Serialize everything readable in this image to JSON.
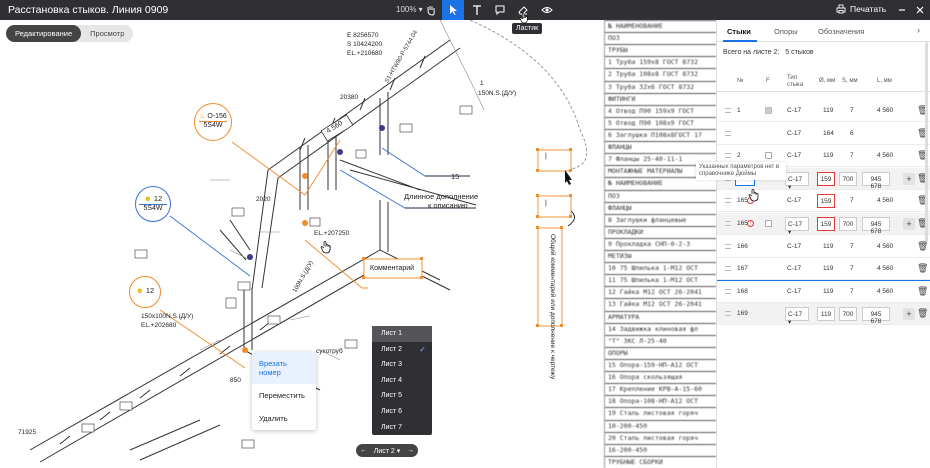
{
  "app": {
    "title": "Расстановка стыков. Линия 0909"
  },
  "toolbar": {
    "zoom": "100% ▾",
    "tools": [
      {
        "name": "hand-tool",
        "icon": "hand-icon"
      },
      {
        "name": "select-tool",
        "icon": "cursor-icon",
        "active": true
      },
      {
        "name": "text-tool",
        "icon": "text-icon"
      },
      {
        "name": "comment-tool",
        "icon": "comment-icon"
      },
      {
        "name": "eraser-tool",
        "icon": "eraser-icon"
      },
      {
        "name": "view-tool",
        "icon": "eye-icon"
      }
    ],
    "eraser_tooltip": "Ластик",
    "print_label": "Печатать",
    "accent": "#1a73e8"
  },
  "modes": {
    "edit": "Редактирование",
    "view": "Просмотр"
  },
  "drawing": {
    "markers": [
      {
        "icon": "heat-icon",
        "num": "О-156",
        "sub": "5S4W",
        "color": "#f08c2a"
      },
      {
        "icon": "face-icon",
        "num": "12",
        "sub": "5S4W",
        "color": "#3b6fd6"
      },
      {
        "icon": "face-icon",
        "num": "12",
        "sub": "",
        "color": "#f08c2a"
      }
    ],
    "labels": {
      "size1": "4 560",
      "num15": "15",
      "long_comment": "Длинное дополнение",
      "long_comment2": "к описанию",
      "comment": "Комментарий",
      "vertical_comment": "Общий комментарий или дополнение к чертежу",
      "elev1": "EL.+210680",
      "elev2": "EL.+207250",
      "elev3": "EL.+202680",
      "n20380": "20380",
      "n2020": "2020",
      "n850": "850",
      "n71925": "71925",
      "n150ns": "150N.S.(Д/У)",
      "n100ns": "100N.S.(Д/У)",
      "n150x100": "150x100N.S.(Д/У)",
      "top_labels": "S1-HTW80-P-5744.04",
      "ref1": "E 8256570",
      "ref2": "S 10424200",
      "small_pipe": "сухотруб",
      "n1": "1",
      "n12": "12"
    }
  },
  "context_menu": [
    "Врезать номер",
    "Переместить",
    "Удалить"
  ],
  "sheets": {
    "items": [
      "Лист 1",
      "Лист 2",
      "Лист 3",
      "Лист 4",
      "Лист 5",
      "Лист 6",
      "Лист 7"
    ],
    "selected": "Лист 2",
    "pager": "Лист 2 ▾"
  },
  "spec": {
    "rows": [
      "№   НАИМЕНОВАНИЕ",
      "ПОЗ",
      "ТРУБЫ",
      "1 Труба 159x8 ГОСТ 8732",
      "2 Труба 108x8 ГОСТ 8732",
      "3 Труба 32x6 ГОСТ 8732",
      "ФИТИНГИ",
      "4 Отвод П90 159x9 ГОСТ",
      "5 Отвод П90 108x9 ГОСТ",
      "6 Заглушка П108x8ГОСТ 17",
      "ФЛАНЦЫ",
      "7 Фланцы 25-40-11-1",
      "МОНТАЖНЫЕ МАТЕРИАЛЫ",
      "№  НАИМЕНОВАНИЕ",
      "ПОЗ",
      "ФЛАНЦЫ",
      "8 Заглушки фланцевые",
      "ПРОКЛАДКИ",
      "9 Прокладка СНП-0-2-3",
      "МЕТИЗЫ",
      "10 75 Шпилька 1-M12 ОСТ",
      "11 75 Шпилька 1-M12 ОСТ",
      "12 Гайка M12 ОСТ 26-2041",
      "13 Гайка M12 ОСТ 26-2041",
      "АРМАТУРА",
      "14 Задвижка клиновая фл",
      "\"Т\" ЗКС Л-25-40",
      "ОПОРЫ",
      "15 Опора-159-НП-А12 ОСТ",
      "16 Опора скользящая",
      "17 Крепление КРВ-А-15-60",
      "18 Опора-108-НП-А12 ОСТ",
      "19 Сталь листовая горяч",
      "10-200-450",
      "20 Сталь листовая горяч",
      "16-200-450",
      "ТРУБНЫЕ СБОРКИ"
    ]
  },
  "panel": {
    "tabs": [
      "Стыки",
      "Опоры",
      "Обозначения"
    ],
    "summary_label": "Всего на листе 2:",
    "summary_value": "5 стыков",
    "headers": {
      "num": "№",
      "f": "F",
      "type": "Тип стыка",
      "d": "Ø, мм",
      "s": "S, мм",
      "l": "L, мм"
    },
    "hint": "Указанных параметров нет в справочнике Дюймы",
    "rows": [
      {
        "num": "1",
        "type": "С-17",
        "d": "119",
        "s": "7",
        "l": "4 560",
        "kind": "plain",
        "chk": "filled"
      },
      {
        "num": "",
        "type": "С-17",
        "d": "164",
        "s": "6",
        "l": "",
        "kind": "plain",
        "chk": "none"
      },
      {
        "num": "2",
        "type": "С-17",
        "d": "119",
        "s": "7",
        "l": "4 560",
        "kind": "plain",
        "chk": "empty"
      },
      {
        "num": "",
        "type": "С-17 ▾",
        "d": "159",
        "s": "700",
        "l": "945 678",
        "kind": "edit",
        "chk": "none"
      },
      {
        "num": "165",
        "type": "С-17",
        "d": "159",
        "s": "7",
        "l": "4 560",
        "kind": "warn",
        "chk": "none"
      },
      {
        "num": "165",
        "type": "С-17 ▾",
        "d": "159",
        "s": "700",
        "l": "945 678",
        "kind": "editwarn",
        "chk": "empty"
      },
      {
        "num": "166",
        "type": "С-17",
        "d": "119",
        "s": "7",
        "l": "4 560",
        "kind": "plain",
        "chk": "none"
      },
      {
        "num": "167",
        "type": "С-17",
        "d": "119",
        "s": "7",
        "l": "4 560",
        "kind": "plain",
        "chk": "none"
      },
      {
        "num": "168",
        "type": "С-17",
        "d": "119",
        "s": "7",
        "l": "4 560",
        "kind": "plain",
        "chk": "none"
      },
      {
        "num": "169",
        "type": "С-17 ▾",
        "d": "119",
        "s": "700",
        "l": "945 678",
        "kind": "gray",
        "chk": "none"
      }
    ]
  }
}
